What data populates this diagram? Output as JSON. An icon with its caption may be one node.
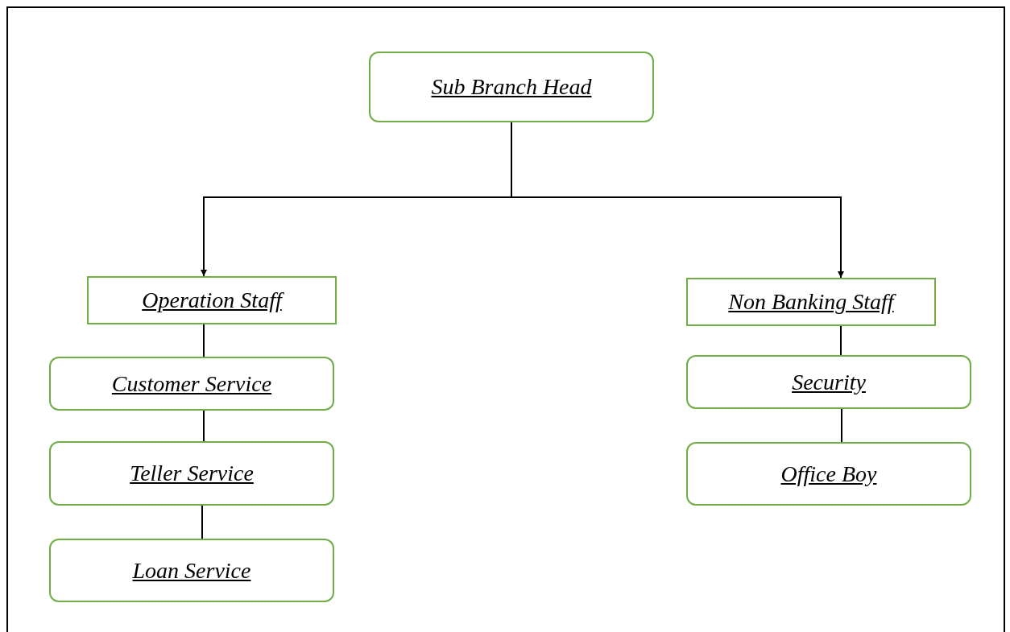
{
  "diagram": {
    "nodes": [
      {
        "text": [
          "Sub Branch Head"
        ]
      },
      {
        "text": [
          "Operation Staff"
        ]
      },
      {
        "text": [
          "Non Banking Staff"
        ]
      },
      {
        "text": [
          "Customer Service"
        ]
      },
      {
        "text": [
          "Teller Service"
        ]
      },
      {
        "text": [
          "Loan Service"
        ]
      },
      {
        "text": [
          "Security"
        ]
      },
      {
        "text": [
          "Office Boy"
        ]
      }
    ],
    "edges": [
      {
        "from": 0,
        "to": 1,
        "arrow": "to"
      },
      {
        "from": 0,
        "to": 2,
        "arrow": "to"
      },
      {
        "from": 1,
        "to": 3,
        "arrow": "none"
      },
      {
        "from": 3,
        "to": 4,
        "arrow": "none"
      },
      {
        "from": 4,
        "to": 5,
        "arrow": "none"
      },
      {
        "from": 2,
        "to": 6,
        "arrow": "none"
      },
      {
        "from": 6,
        "to": 7,
        "arrow": "none"
      }
    ]
  }
}
